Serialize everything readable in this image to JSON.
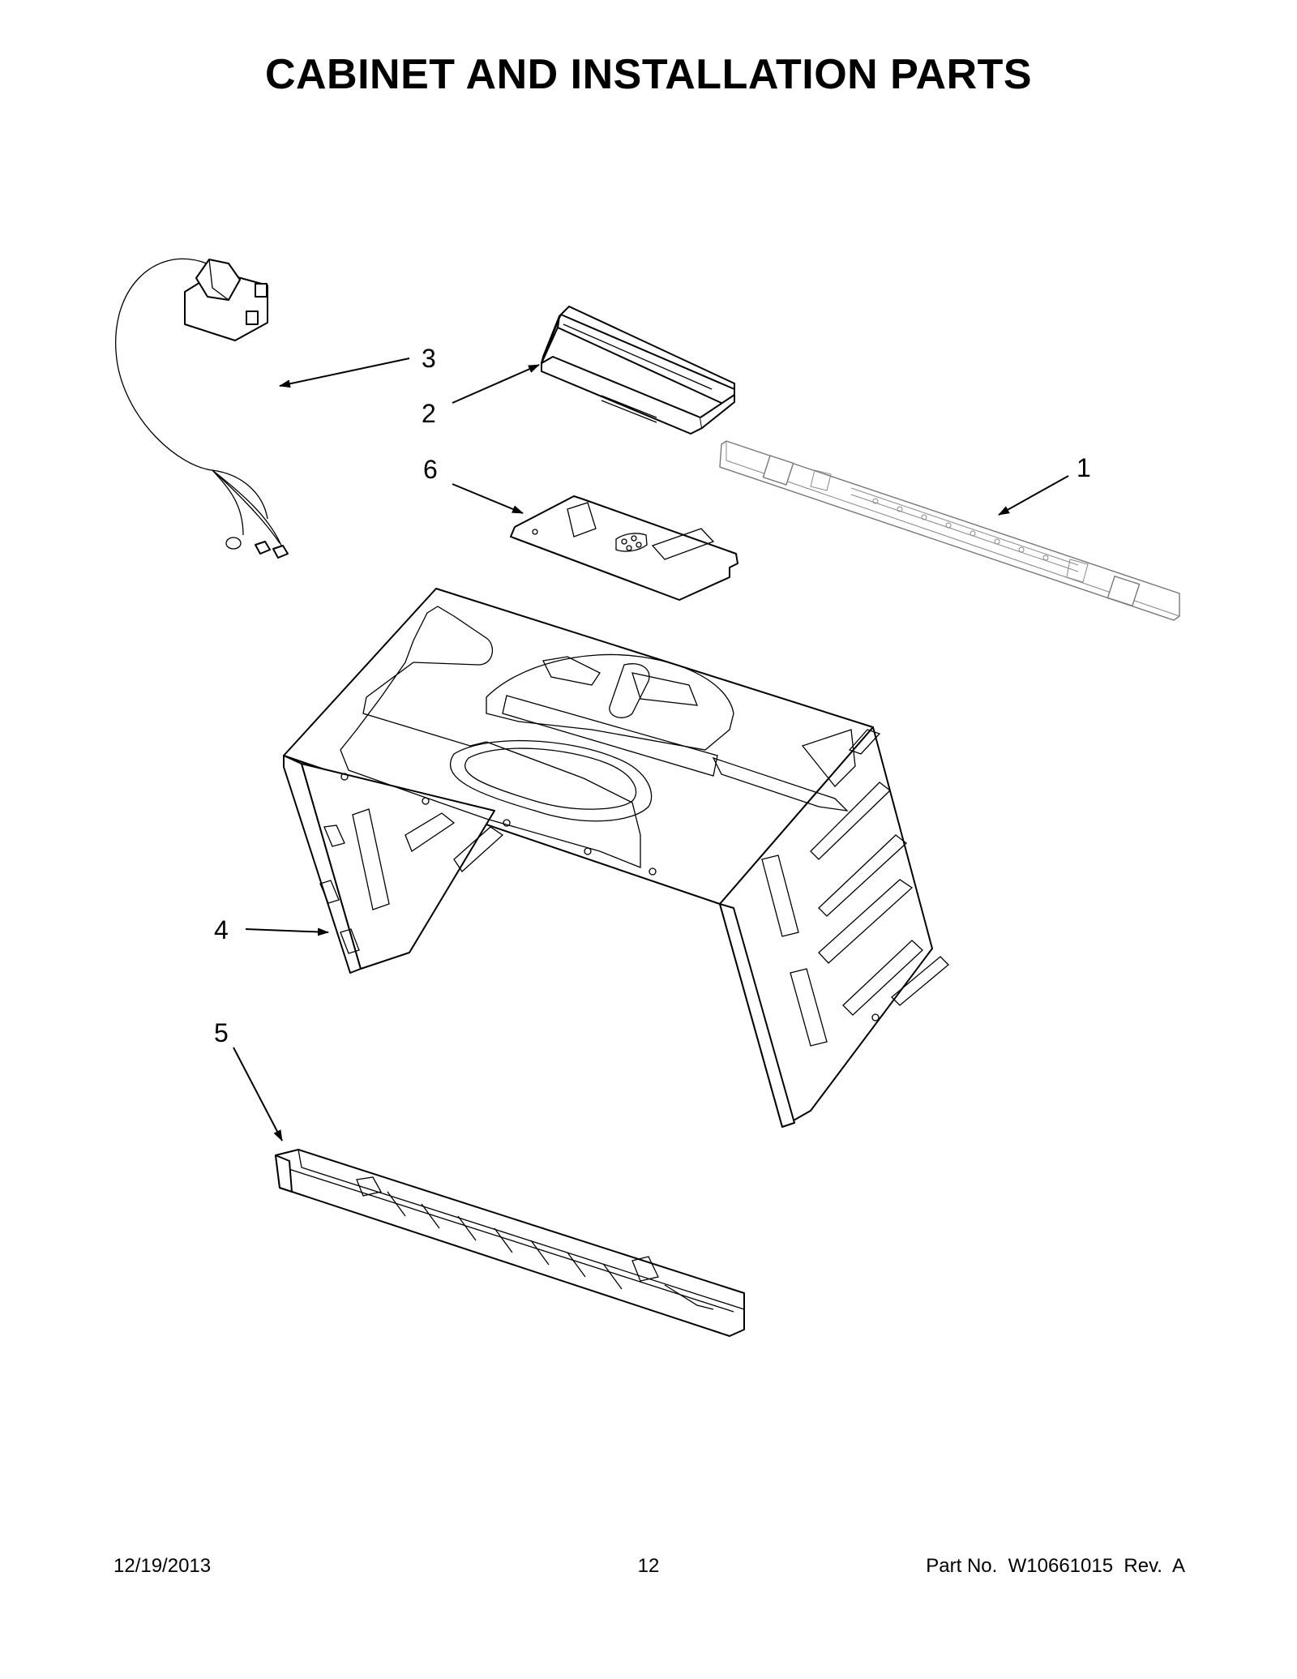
{
  "page": {
    "title": "CABINET AND INSTALLATION PARTS",
    "footer": {
      "date": "12/19/2013",
      "page_number": "12",
      "part_number": "Part No.  W10661015  Rev.  A"
    }
  },
  "callouts": [
    {
      "id": "c1",
      "label": "1",
      "part": "mounting-plate"
    },
    {
      "id": "c2",
      "label": "2",
      "part": "top-vent"
    },
    {
      "id": "c3",
      "label": "3",
      "part": "power-cord"
    },
    {
      "id": "c4",
      "label": "4",
      "part": "cabinet-wrapper"
    },
    {
      "id": "c5",
      "label": "5",
      "part": "bottom-grille"
    },
    {
      "id": "c6",
      "label": "6",
      "part": "bracket"
    }
  ]
}
